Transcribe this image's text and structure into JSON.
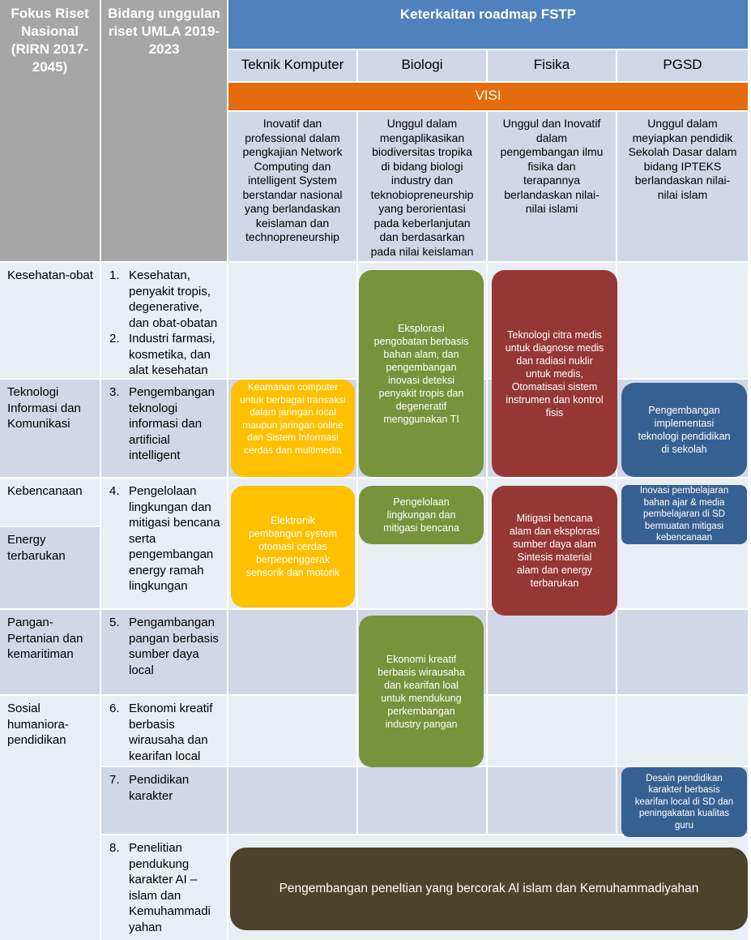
{
  "header": {
    "col1": "Fokus Riset Nasional (RIRN 2017-2045)",
    "col2": "Bidang unggulan riset UMLA 2019-2023",
    "roadmap": "Keterkaitan roadmap FSTP",
    "programs": [
      "Teknik Komputer",
      "Biologi",
      "Fisika",
      "PGSD"
    ],
    "visi_label": "VISI",
    "visi": [
      "Inovatif dan professional dalam pengkajian Network Computing dan intelligent System berstandar nasional yang berlandaskan keislaman dan technopreneurship",
      "Unggul dalam mengaplikasikan biodiversitas tropika di bidang biologi industry dan teknobiopreneurship yang berorientasi pada keberlanjutan dan berdasarkan pada nilai keislaman",
      "Unggul dan Inovatif dalam pengembangan ilmu fisika dan terapannya berlandaskan nilai-nilai islami",
      "Unggul dalam meyiapkan pendidik Sekolah Dasar dalam bidang IPTEKS berlandaskan nilai-nilai islam"
    ]
  },
  "focus": {
    "kesehatan": "Kesehatan-obat",
    "tik": "Teknologi Informasi dan Komunikasi",
    "bencana": "Kebencanaan",
    "energy": "Energy terbarukan",
    "pangan": "Pangan-Pertanian dan kemaritiman",
    "sosial": "Sosial humaniora-pendidikan"
  },
  "bidang": [
    {
      "num": "1.",
      "text": "Kesehatan, penyakit tropis, degenerative, dan obat-obatan"
    },
    {
      "num": "2.",
      "text": "Industri farmasi, kosmetika, dan alat kesehatan"
    },
    {
      "num": "3.",
      "text": "Pengembangan teknologi informasi dan artificial intelligent"
    },
    {
      "num": "4.",
      "text": "Pengelolaan lingkungan dan mitigasi bencana serta pengembangan energy ramah lingkungan"
    },
    {
      "num": "5.",
      "text": "Pengambangan pangan berbasis sumber daya local"
    },
    {
      "num": "6.",
      "text": "Ekonomi kreatif berbasis wirausaha dan kearifan local"
    },
    {
      "num": "7.",
      "text": "Pendidikan karakter"
    },
    {
      "num": "8.",
      "text": "Penelitian pendukung karakter AI – islam dan Kemuhammadi yahan"
    }
  ],
  "boxes": {
    "tk_keamanan": "Keamanan computer untuk berbagai transaksi dalam jaringan local maupun jaringan online dan Sistem Informasi cerdas dan multimedia",
    "tk_elektronik": "Elektronik pembangun system otomasi cerdas berpepenggerak sensorik dan motorik",
    "bio_eksplorasi": "Eksplorasi pengobatan berbasis bahan alam, dan pengembangan inovasi deteksi penyakit tropis dan degeneratif menggunakan TI",
    "bio_lingkungan": "Pengelolaan lingkungan dan mitigasi bencana",
    "bio_ekonomi": "Ekonomi kreatif berbasis wirausaha dan kearifan loal untuk mendukung perkembangan industry pangan",
    "fis_citra": "Teknologi citra medis untuk diagnose medis dan radiasi nuklir untuk medis, Otomatisasi sistem instrumen dan kontrol fisis",
    "fis_mitigasi": "Mitigasi bencana alam dan eksplorasi sumber daya alam Sintesis material alam dan energy terbarukan",
    "pgsd_teknologi": "Pengembangan implementasi teknologi pendidikan di sekolah",
    "pgsd_inovasi": "Inovasi pembelajaran bahan ajar & media pembelajaran di SD bermuatan mitigasi kebencanaan",
    "pgsd_karakter": "Desain pendidikan karakter berbasis kearifan local di SD dan peningakatan kualitas guru",
    "all_penelitian": "Pengembangan peneltian yang bercorak Al islam dan Kemuhammadiyahan"
  },
  "colors": {
    "header_grey": "#a6a6a6",
    "header_blue": "#4f81bd",
    "visi_orange": "#e46c0a",
    "green": "#77933c",
    "red": "#953735",
    "yellow": "#ffc000",
    "navy": "#376092",
    "olive": "#4a452a"
  }
}
